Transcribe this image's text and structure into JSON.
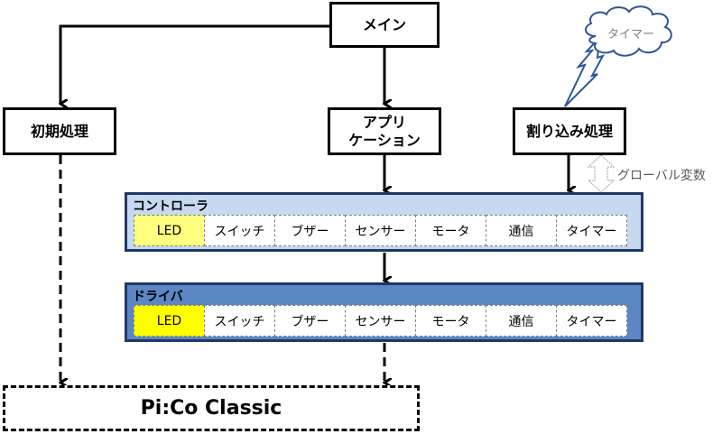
{
  "nodes": {
    "main": "メイン",
    "init": "初期処理",
    "app_line1": "アプリ",
    "app_line2": "ケーション",
    "interrupt": "割り込み処理"
  },
  "cloud": {
    "label": "タイマー"
  },
  "global_variable_label": "グローバル変数",
  "controller": {
    "title": "コントローラ",
    "bg_color": "#c6d9f1",
    "highlight_color": "#ffff80",
    "modules": [
      "LED",
      "スイッチ",
      "ブザー",
      "センサー",
      "モータ",
      "通信",
      "タイマー"
    ]
  },
  "driver": {
    "title": "ドライバ",
    "bg_color": "#5b87c5",
    "highlight_color": "#ffff00",
    "modules": [
      "LED",
      "スイッチ",
      "ブザー",
      "センサー",
      "モータ",
      "通信",
      "タイマー"
    ]
  },
  "hardware": {
    "label": "Pi:Co Classic"
  }
}
